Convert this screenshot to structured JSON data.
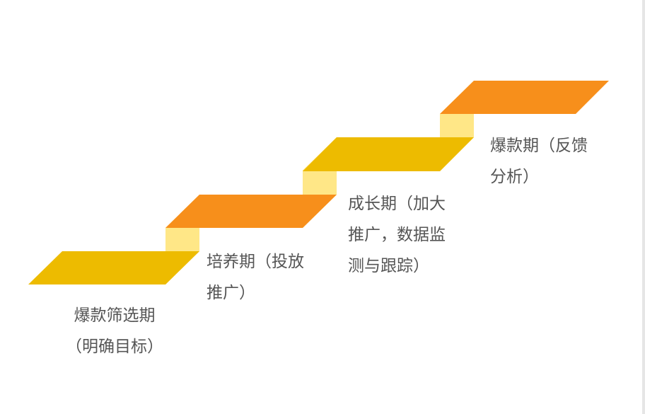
{
  "colors": {
    "gold": "#EDBB00",
    "orange": "#F78F1B",
    "riser_light": "#FFE787",
    "riser_dark": "#FFD84A",
    "text": "#555555"
  },
  "steps": [
    {
      "color": "gold",
      "label_lines": [
        "爆款筛选期",
        "（明确目标）"
      ]
    },
    {
      "color": "orange",
      "label_lines": [
        "培养期（投放",
        "推广）"
      ]
    },
    {
      "color": "gold",
      "label_lines": [
        "成长期（加大",
        "推广，数据监",
        "测与跟踪）"
      ]
    },
    {
      "color": "orange",
      "label_lines": [
        "爆款期（反馈",
        "分析）"
      ]
    }
  ]
}
